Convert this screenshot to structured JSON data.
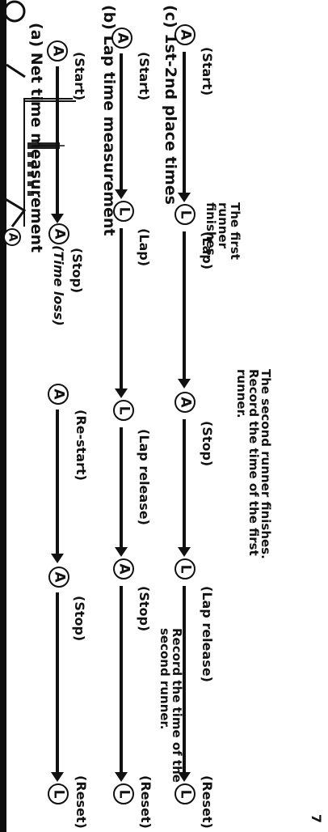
{
  "sections": {
    "a": {
      "heading": "(a) Net time measurement",
      "start_label": "(Start)",
      "time_loss": "(Time loss)",
      "stop_label": "(Stop)",
      "restart_label": "(Re-start)",
      "stop2_label": "(Stop)",
      "reset_label": "(Reset)"
    },
    "b": {
      "heading": "(b) Lap time measurement",
      "start_label": "(Start)",
      "lap_label": "(Lap)",
      "lap_release_label": "(Lap release)",
      "stop_label": "(Stop)",
      "reset_label": "(Reset)"
    },
    "c": {
      "heading": "(c) 1st-2nd place times",
      "start_label": "(Start)",
      "lap_label": "(Lap)",
      "first_note": "The first runner finishes.",
      "stop_label": "(Stop)",
      "second_note": "The second runner finishes. Record the time of the first runner.",
      "lap_release_label": "(Lap release)",
      "record_note": "Record the time of the second runner.",
      "reset_label": "(Reset)"
    }
  },
  "buttons": {
    "a": "A",
    "l": "L"
  },
  "page_number": "7"
}
